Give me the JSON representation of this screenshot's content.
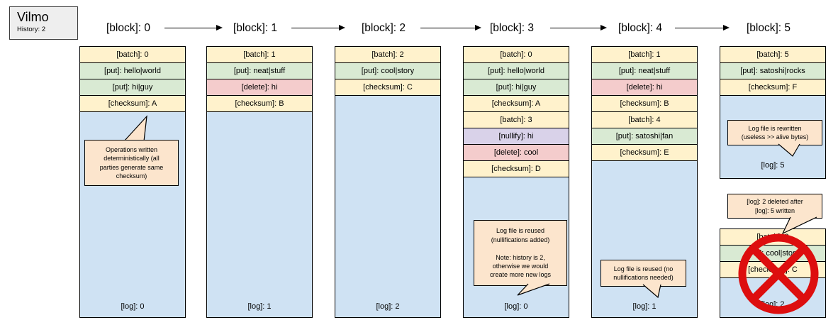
{
  "colors": {
    "batch": "#fff2cc",
    "put": "#d9ead3",
    "delete": "#f4cccc",
    "nullify": "#d9d2e9",
    "checksum": "#fff2cc",
    "log": "#cfe2f3",
    "bubble": "#fce5cd",
    "panel": "#eeeeee",
    "prohibit": "#dd0e0e"
  },
  "app": {
    "title": "Vilmo",
    "subtitle": "History: 2"
  },
  "columns": [
    {
      "header": "[block]: 0",
      "rows": [
        {
          "type": "batch",
          "label": "[batch]: 0"
        },
        {
          "type": "put",
          "label": "[put]: hello|world"
        },
        {
          "type": "put",
          "label": "[put]: hi|guy"
        },
        {
          "type": "checksum",
          "label": "[checksum]: A"
        }
      ],
      "log": "[log]: 0",
      "note": "Operations written\ndeterministically (all\nparties generate same\nchecksum)"
    },
    {
      "header": "[block]: 1",
      "rows": [
        {
          "type": "batch",
          "label": "[batch]: 1"
        },
        {
          "type": "put",
          "label": "[put]: neat|stuff"
        },
        {
          "type": "delete",
          "label": "[delete]: hi"
        },
        {
          "type": "checksum",
          "label": "[checksum]: B"
        }
      ],
      "log": "[log]: 1"
    },
    {
      "header": "[block]: 2",
      "rows": [
        {
          "type": "batch",
          "label": "[batch]: 2"
        },
        {
          "type": "put",
          "label": "[put]: cool|story"
        },
        {
          "type": "checksum",
          "label": "[checksum]: C"
        }
      ],
      "log": "[log]: 2"
    },
    {
      "header": "[block]: 3",
      "rows": [
        {
          "type": "batch",
          "label": "[batch]: 0"
        },
        {
          "type": "put",
          "label": "[put]: hello|world"
        },
        {
          "type": "put",
          "label": "[put]: hi|guy"
        },
        {
          "type": "checksum",
          "label": "[checksum]: A"
        },
        {
          "type": "batch",
          "label": "[batch]: 3"
        },
        {
          "type": "nullify",
          "label": "[nullify]: hi"
        },
        {
          "type": "delete",
          "label": "[delete]: cool"
        },
        {
          "type": "checksum",
          "label": "[checksum]: D"
        }
      ],
      "log": "[log]: 0",
      "note": "Log file is reused\n(nullifications added)\n\nNote: history is 2,\notherwise we would\ncreate more new logs"
    },
    {
      "header": "[block]: 4",
      "rows": [
        {
          "type": "batch",
          "label": "[batch]: 1"
        },
        {
          "type": "put",
          "label": "[put]: neat|stuff"
        },
        {
          "type": "delete",
          "label": "[delete]: hi"
        },
        {
          "type": "checksum",
          "label": "[checksum]: B"
        },
        {
          "type": "batch",
          "label": "[batch]: 4"
        },
        {
          "type": "put",
          "label": "[put]: satoshi|fan"
        },
        {
          "type": "checksum",
          "label": "[checksum]: E"
        }
      ],
      "log": "[log]: 1",
      "note": "Log file is reused (no\nnullifications needed)"
    },
    {
      "header": "[block]: 5",
      "rows": [
        {
          "type": "batch",
          "label": "[batch]: 5"
        },
        {
          "type": "put",
          "label": "[put]: satoshi|rocks"
        },
        {
          "type": "checksum",
          "label": "[checksum]: F"
        }
      ],
      "log": "[log]: 5",
      "note": "Log file is rewritten\n(useless >> alive bytes)"
    }
  ],
  "deleted_box": {
    "rows": [
      {
        "type": "batch",
        "label": "[batch]: 2"
      },
      {
        "type": "put",
        "label": "[put]: cool|story"
      },
      {
        "type": "checksum",
        "label": "[checksum]: C"
      }
    ],
    "log": "[log]: 2",
    "note": "[log]: 2 deleted after\n[log]: 5 written"
  }
}
